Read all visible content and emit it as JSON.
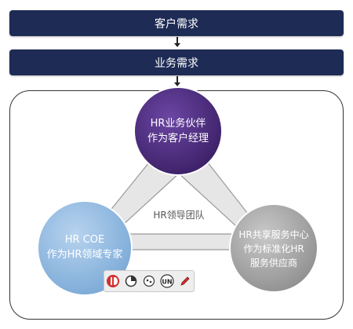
{
  "flow": {
    "step1": "客户需求",
    "step2": "业务需求"
  },
  "model": {
    "center_label": "HR领导团队",
    "top": {
      "line1": "HR业务伙伴",
      "line2": "作为客户经理"
    },
    "left": {
      "line1": "HR COE",
      "line2": "作为HR领域专家"
    },
    "right": {
      "line1": "HR共享服务中心",
      "line2": "作为标准化HR",
      "line3": "服务供应商"
    }
  },
  "colors": {
    "bar": "#1e2b55",
    "top_circle": "#4a2a7a",
    "left_circle": "#8fb8e0",
    "right_circle": "#a9a9a9",
    "ring": "#e6e6e6"
  },
  "toolbar_icons": [
    "red-id-icon",
    "pie-icon",
    "dots-icon",
    "un-icon",
    "pencil-icon"
  ]
}
